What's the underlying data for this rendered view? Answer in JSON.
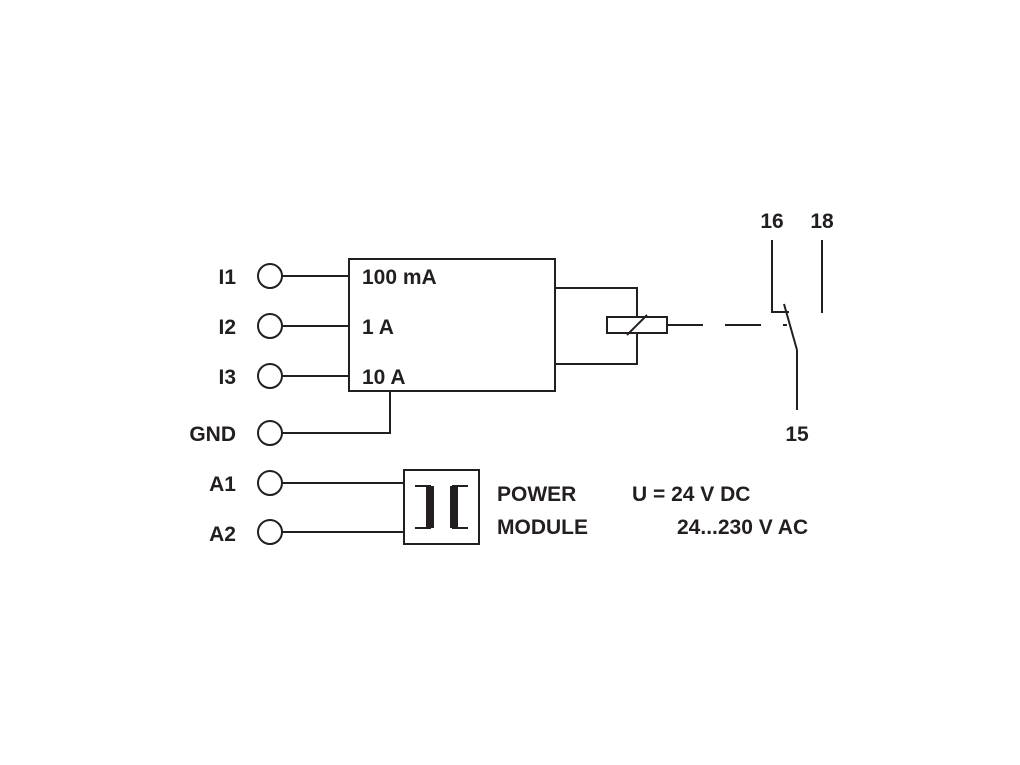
{
  "terminals": {
    "i1": "I1",
    "i2": "I2",
    "i3": "I3",
    "gnd": "GND",
    "a1": "A1",
    "a2": "A2"
  },
  "measuring_block": {
    "range_1": "100 mA",
    "range_2": "1 A",
    "range_3": "10 A"
  },
  "contact_terminals": {
    "no_contact": "16",
    "nc_contact": "18",
    "common": "15"
  },
  "power_module": {
    "line_1": "POWER",
    "line_2": "MODULE",
    "voltage_1": "U = 24 V DC",
    "voltage_2": "24...230 V AC"
  }
}
